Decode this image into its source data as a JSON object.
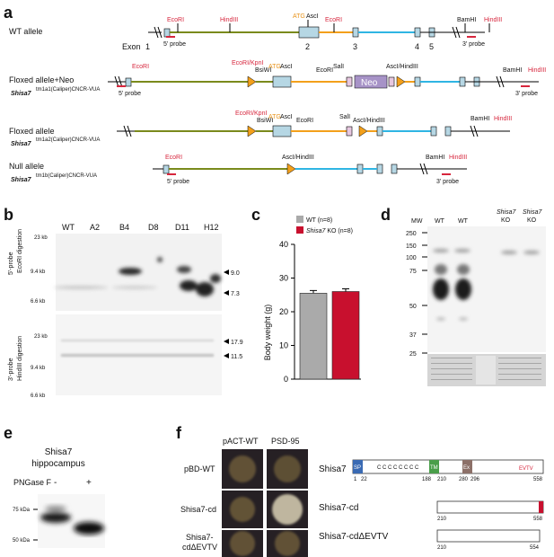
{
  "panels": {
    "a": "a",
    "b": "b",
    "c": "c",
    "d": "d",
    "e": "e",
    "f": "f"
  },
  "panel_a": {
    "alleles": [
      {
        "title": "WT allele",
        "subtitle": ""
      },
      {
        "title": "Floxed allele+Neo",
        "subtitle": "Shisa7",
        "sup": "tm1a1(Caliper)CNCR-VUA"
      },
      {
        "title": "Floxed allele",
        "subtitle": "Shisa7",
        "sup": "tm1a2(Caliper)CNCR-VUA"
      },
      {
        "title": "Null allele",
        "subtitle": "Shisa7",
        "sup": "tm1b(Caliper)CNCR-VUA"
      }
    ],
    "exon_label": "Exon",
    "exon_numbers": [
      "1",
      "2",
      "3",
      "4",
      "5"
    ],
    "sites": {
      "ecori": "EcoRI",
      "hindiii": "HindIII",
      "bamhi": "BamHI",
      "atg": "ATG",
      "asci": "AscI",
      "sali": "SalI",
      "bsiwi": "BsiWI",
      "ecori_kpni": "EcoRI/KpnI",
      "asci_hindiii": "AscI/HindIII",
      "neo": "Neo"
    },
    "probe5": "5' probe",
    "probe3": "3' probe"
  },
  "panel_b": {
    "lanes": [
      "WT",
      "A2",
      "B4",
      "D8",
      "D11",
      "H12"
    ],
    "top_side_label_1": "5'-probe",
    "top_side_label_2": "EcoRI digestion",
    "bottom_side_label_1": "3'-probe",
    "bottom_side_label_2": "HindIII digestion",
    "top_markers": [
      "23 kb",
      "9.4 kb",
      "6.6 kb"
    ],
    "bottom_markers": [
      "23 kb",
      "9.4 kb",
      "6.6 kb"
    ],
    "top_arrows": [
      "9.0",
      "7.3"
    ],
    "bottom_arrows": [
      "17.9",
      "11.5"
    ]
  },
  "panel_c": {
    "chart_data": {
      "type": "bar",
      "categories": [
        "WT (n=8)",
        "Shisa7 KO (n=8)"
      ],
      "values": [
        25.5,
        26.0
      ],
      "errors": [
        0.8,
        0.8
      ],
      "ylabel": "Body weight (g)",
      "ylim": [
        0,
        40
      ],
      "yticks": [
        "0",
        "10",
        "20",
        "30",
        "40"
      ],
      "legend": [
        {
          "name": "WT (n=8)",
          "color": "#aaaaaa"
        },
        {
          "name": "Shisa7 KO (n=8)",
          "color": "#c8102e"
        }
      ],
      "legend_placement": "top"
    },
    "legend_wt": "WT (n=8)",
    "legend_ko_italic": "Shisa7",
    "legend_ko_rest": " KO (n=8)"
  },
  "panel_d": {
    "mw_label": "MW",
    "lanes": [
      "WT",
      "WT",
      "Shisa7",
      "Shisa7"
    ],
    "lane_sub": [
      "",
      "",
      "KO",
      "KO"
    ],
    "markers": [
      "250",
      "150",
      "100",
      "75",
      "50",
      "37",
      "25"
    ]
  },
  "panel_e": {
    "title1": "Shisa7",
    "title2": "hippocampus",
    "pngase": "PNGase F",
    "minus": "-",
    "plus": "+",
    "markers": [
      "75 kDa",
      "50 kDa"
    ]
  },
  "panel_f": {
    "col_headers": [
      "pACT-WT",
      "PSD-95"
    ],
    "row_labels": [
      "pBD-WT",
      "Shisa7-cd",
      "Shisa7-",
      "cdΔEVTV"
    ],
    "diagram": {
      "full_label": "Shisa7",
      "cd_label": "Shisa7-cd",
      "cd_delta_label": "Shisa7-cdΔEVTV",
      "sp": "SP",
      "tm": "TM",
      "ex": "Ex",
      "cys": "C C  C C C C C  C",
      "evtv": "EVTV",
      "nums_top": [
        "1",
        "22",
        "188",
        "210",
        "280",
        "296",
        "558"
      ],
      "nums_cd": [
        "210",
        "558"
      ],
      "nums_cdd": [
        "210",
        "554"
      ]
    }
  }
}
